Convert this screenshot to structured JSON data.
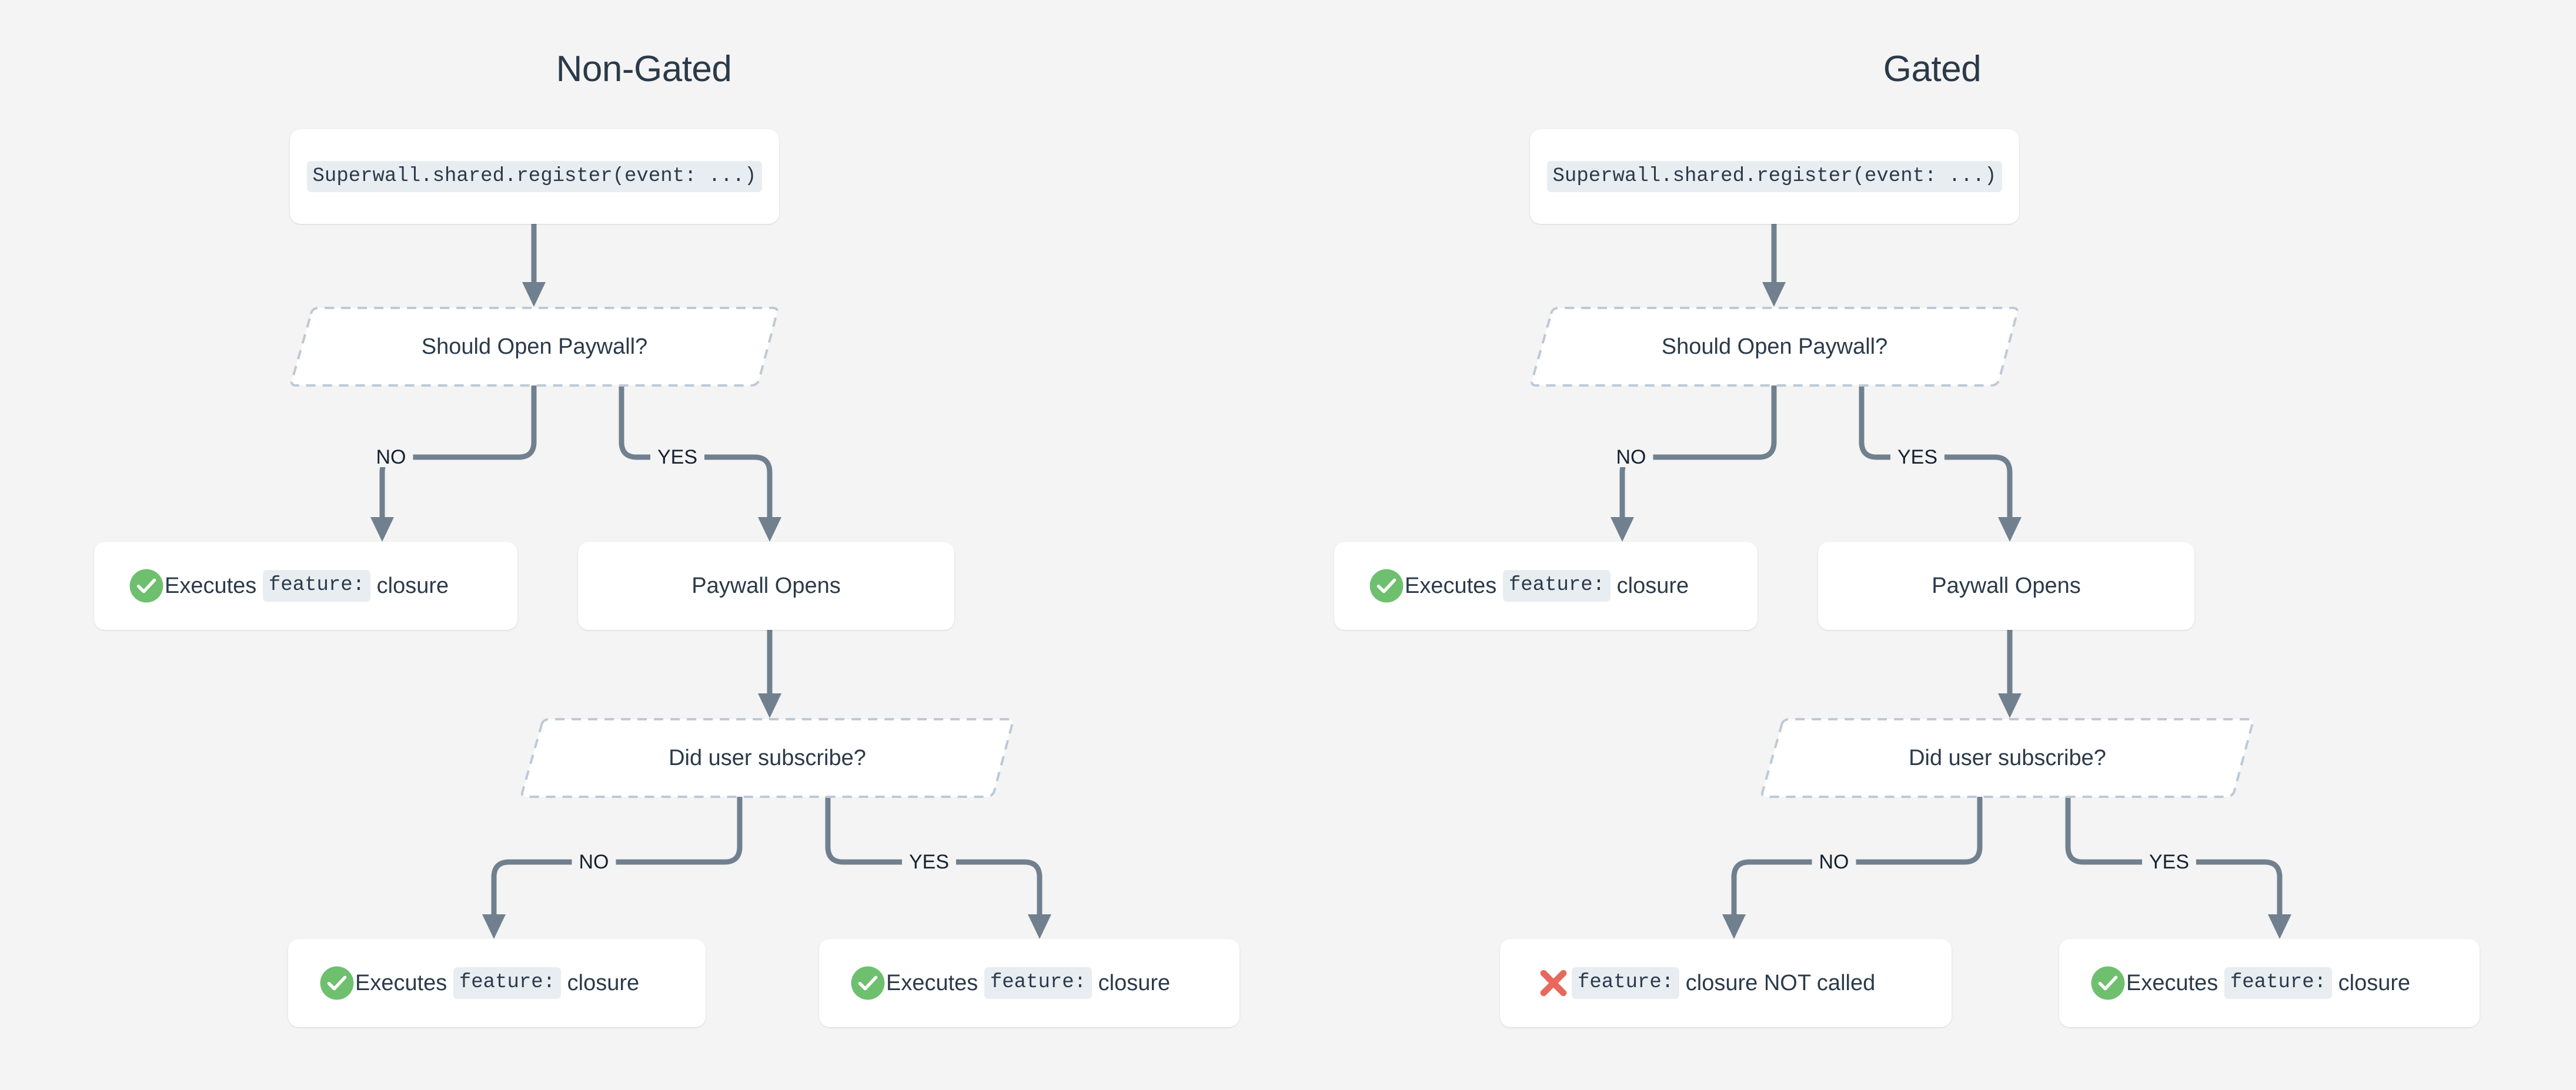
{
  "canvas": {
    "background": "#f3f4f3",
    "accent_text": "#2b3a4a",
    "connector_color": "#70808f",
    "decision_border_color": "#bdc9d6",
    "success_color": "#6ec06e",
    "error_color": "#e8685d",
    "code_chip_bg": "#e8edf2"
  },
  "panels": [
    {
      "title": "Non-Gated",
      "start": {
        "code": "Superwall.shared.register(event: ...)"
      },
      "decision1": {
        "label": "Should Open Paywall?"
      },
      "decision1_no_label": "NO",
      "decision1_yes_label": "YES",
      "no_result": {
        "icon": "check-circle-icon",
        "prefix": "Executes ",
        "code": "feature:",
        "suffix": " closure"
      },
      "paywall": {
        "label": "Paywall Opens"
      },
      "decision2": {
        "label": "Did user subscribe?"
      },
      "decision2_no_label": "NO",
      "decision2_yes_label": "YES",
      "sub_no_result": {
        "icon": "check-circle-icon",
        "prefix": "Executes ",
        "code": "feature:",
        "suffix": " closure"
      },
      "sub_yes_result": {
        "icon": "check-circle-icon",
        "prefix": "Executes ",
        "code": "feature:",
        "suffix": " closure"
      }
    },
    {
      "title": "Gated",
      "start": {
        "code": "Superwall.shared.register(event: ...)"
      },
      "decision1": {
        "label": "Should Open Paywall?"
      },
      "decision1_no_label": "NO",
      "decision1_yes_label": "YES",
      "no_result": {
        "icon": "check-circle-icon",
        "prefix": "Executes ",
        "code": "feature:",
        "suffix": " closure"
      },
      "paywall": {
        "label": "Paywall Opens"
      },
      "decision2": {
        "label": "Did user subscribe?"
      },
      "decision2_no_label": "NO",
      "decision2_yes_label": "YES",
      "sub_no_result": {
        "icon": "x-mark-icon",
        "prefix": "",
        "code": "feature:",
        "suffix": " closure NOT called"
      },
      "sub_yes_result": {
        "icon": "check-circle-icon",
        "prefix": "Executes ",
        "code": "feature:",
        "suffix": " closure"
      }
    }
  ]
}
